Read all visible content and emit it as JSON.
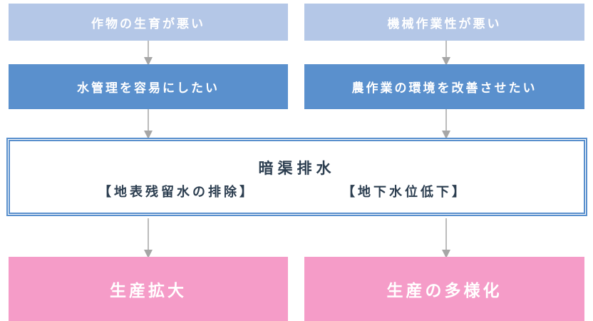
{
  "colors": {
    "problem_bg": "#b4c7e7",
    "goal_bg": "#5a90cd",
    "central_border": "#5a90cd",
    "central_text": "#2c3e50",
    "result_bg": "#f59cc8",
    "arrow": "#a6a6a6"
  },
  "left": {
    "problem": "作物の生育が悪い",
    "goal": "水管理を容易にしたい",
    "result": "生産拡大"
  },
  "right": {
    "problem": "機械作業性が悪い",
    "goal": "農作業の環境を改善させたい",
    "result": "生産の多様化"
  },
  "central": {
    "title": "暗渠排水",
    "left_sub": "【地表残留水の排除】",
    "right_sub": "【地下水位低下】"
  }
}
